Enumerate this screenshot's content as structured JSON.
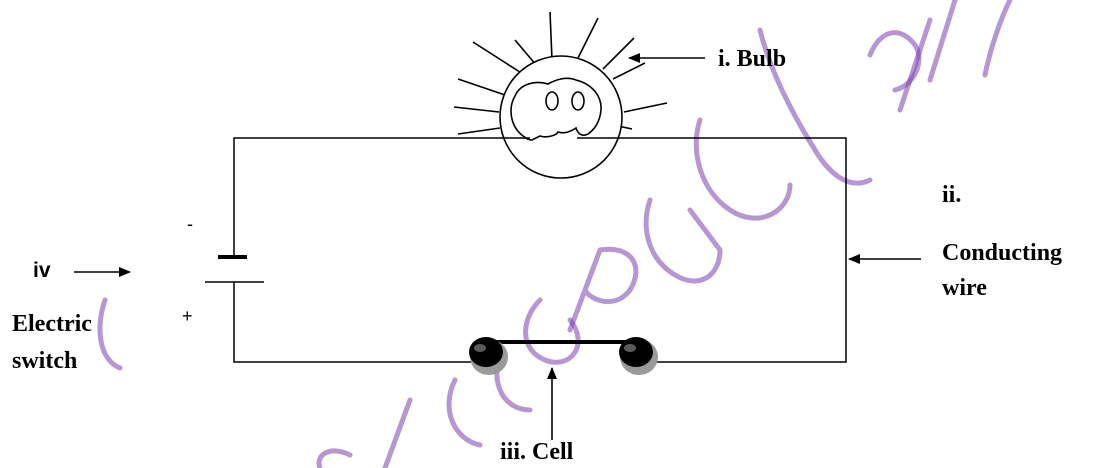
{
  "diagram": {
    "labels": {
      "bulb": "i.  Bulb",
      "wire_number": "ii.",
      "wire_line1": "Conducting",
      "wire_line2": "wire",
      "cell": "iii. Cell",
      "switch_number": "iv",
      "switch_line1": "Electric",
      "switch_line2": "switch"
    },
    "terminals": {
      "negative": "-",
      "positive": "+"
    },
    "colors": {
      "ink": "#000000",
      "watermark": "#7a3fb0"
    }
  }
}
